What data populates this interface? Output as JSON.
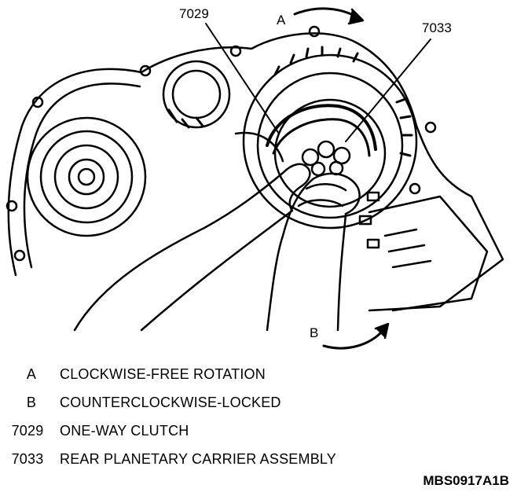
{
  "figure": {
    "callouts": {
      "clutch": "7029",
      "carrier": "7033",
      "arrow_a": "A",
      "arrow_b": "B"
    },
    "legend": [
      {
        "key": "A",
        "text": "CLOCKWISE-FREE ROTATION"
      },
      {
        "key": "B",
        "text": "COUNTERCLOCKWISE-LOCKED"
      },
      {
        "key": "7029",
        "text": "ONE-WAY CLUTCH"
      },
      {
        "key": "7033",
        "text": "REAR PLANETARY CARRIER ASSEMBLY"
      }
    ],
    "figure_code": "MBS0917A1B"
  }
}
